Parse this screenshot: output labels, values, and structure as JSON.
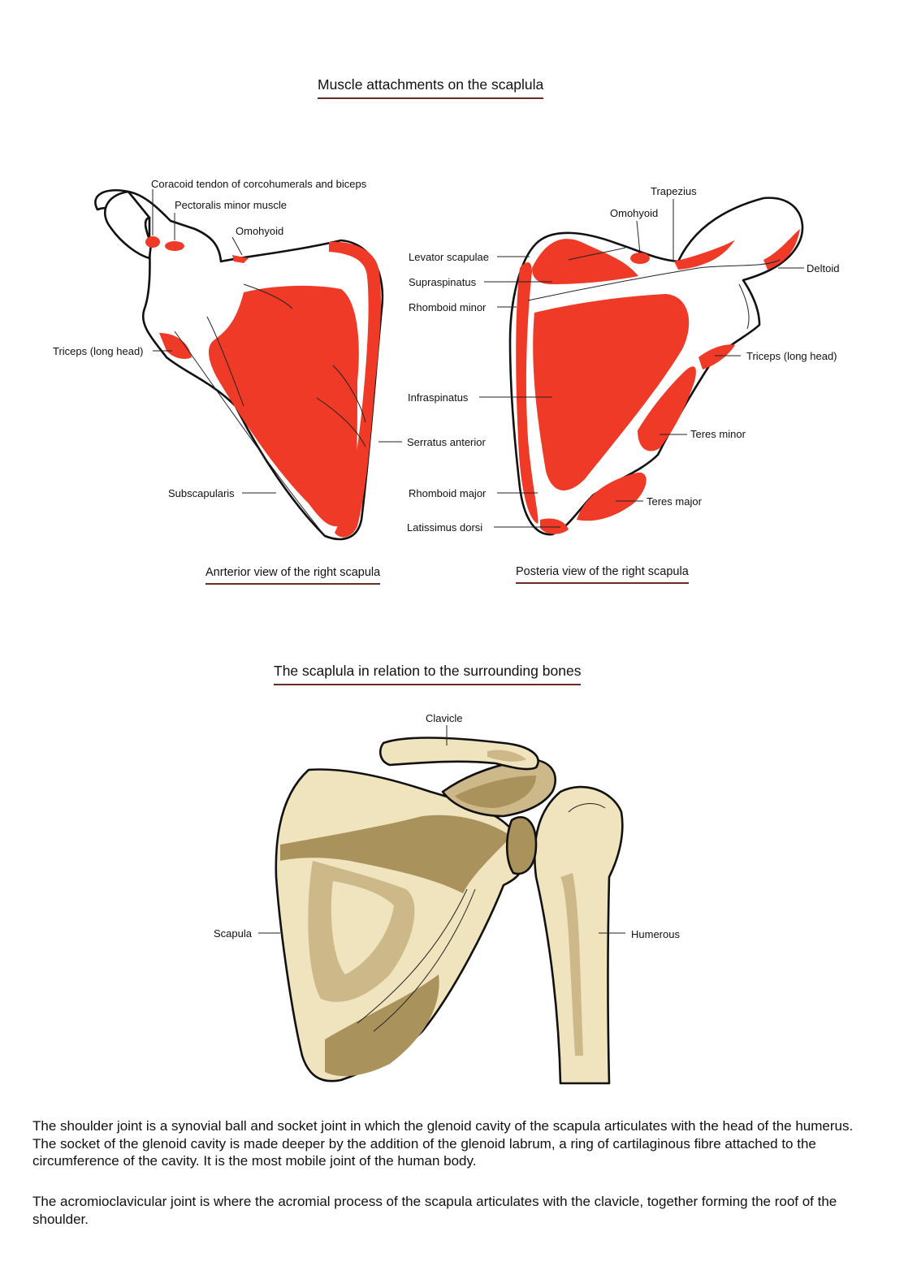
{
  "titles": {
    "muscle": "Muscle attachments on the scaplula",
    "bones": "The scaplula in relation to the surrounding bones"
  },
  "captions": {
    "anterior": "Anrterior view of the right scapula",
    "posterior": "Posteria view of the right scapula"
  },
  "anterior_labels": {
    "coracoid": "Coracoid tendon of corcohumerals and biceps",
    "pectoralis": "Pectoralis minor muscle",
    "omohyoid": "Omohyoid",
    "triceps": "Triceps (long head)",
    "serratus": "Serratus anterior",
    "subscapularis": "Subscapularis"
  },
  "posterior_labels": {
    "trapezius": "Trapezius",
    "omohyoid": "Omohyoid",
    "levator": "Levator scapulae",
    "deltoid": "Deltoid",
    "supraspinatus": "Supraspinatus",
    "rhomboid_minor": "Rhomboid minor",
    "triceps": "Triceps (long head)",
    "infraspinatus": "Infraspinatus",
    "teres_minor": "Teres minor",
    "rhomboid_major": "Rhomboid major",
    "teres_major": "Teres major",
    "latissimus": "Latissimus dorsi"
  },
  "bone_labels": {
    "clavicle": "Clavicle",
    "scapula": "Scapula",
    "humerus": "Humerous"
  },
  "paragraphs": [
    "The shoulder joint is a synovial ball and socket joint in which the glenoid cavity of the scapula articulates with the head of the humerus.  The socket of the glenoid cavity is made deeper by the addition of the glenoid labrum, a ring of cartilaginous fibre attached to the circumference of the cavity.  It is the most mobile joint of the human body.",
    "The acromioclavicular joint is where the acromial process of the scapula articulates with the clavicle, together forming the roof of the shoulder."
  ],
  "colors": {
    "muscle": "#ee3a26",
    "outline": "#111111",
    "bone_light": "#efe4bd",
    "bone_mid": "#cdb88a",
    "bone_dark": "#a9925c",
    "underline": "#6b2a22"
  }
}
